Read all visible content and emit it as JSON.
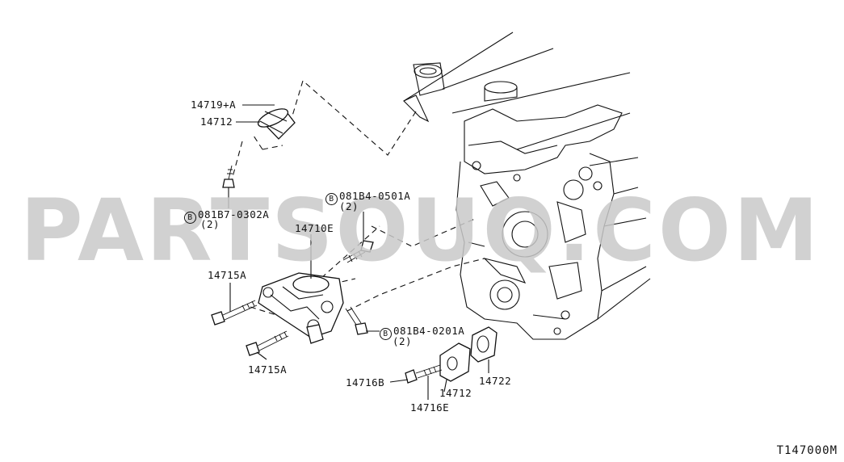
{
  "watermark": "PARTSOUQ.COM",
  "reference": "T147000M",
  "labels": {
    "p14719a": "14719+A",
    "p14712_top": "14712",
    "bolt_0302a": "081B7-0302A",
    "bolt_0302a_qty": "(2)",
    "bolt_0501a": "081B4-0501A",
    "bolt_0501a_qty": "(2)",
    "p14710e": "14710E",
    "p14715a_1": "14715A",
    "p14715a_2": "14715A",
    "bolt_0201a": "081B4-0201A",
    "bolt_0201a_qty": "(2)",
    "p14716b": "14716B",
    "p14712_bot": "14712",
    "p14716e": "14716E",
    "p14722": "14722",
    "bolt_symbol": "B"
  }
}
